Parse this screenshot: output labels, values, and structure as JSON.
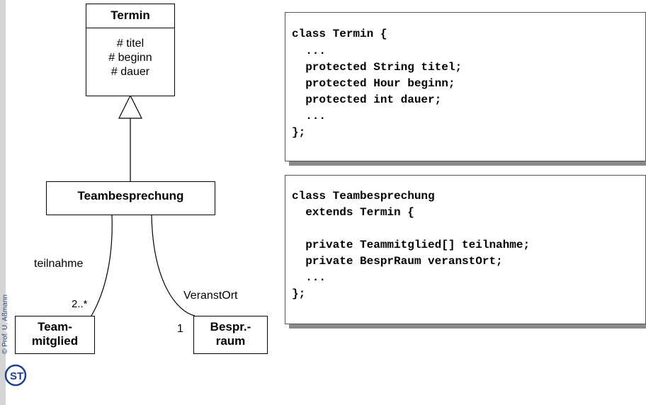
{
  "watermark": {
    "copyright": "© Prof. U. Aßmann",
    "logo_text": "ST"
  },
  "diagram": {
    "termin": {
      "name": "Termin",
      "attributes": [
        "# titel",
        "# beginn",
        "# dauer"
      ]
    },
    "teambesprechung": {
      "name": "Teambesprechung"
    },
    "teammitglied": {
      "name_line1": "Team-",
      "name_line2": "mitglied"
    },
    "besprraum": {
      "name_line1": "Bespr.-",
      "name_line2": "raum"
    },
    "assoc_teilnahme": {
      "role": "teilnahme",
      "multiplicity": "2..*"
    },
    "assoc_veranstort": {
      "role": "VeranstOrt",
      "multiplicity": "1"
    }
  },
  "code_termin": {
    "lines": [
      "class Termin {",
      "  ...",
      "  protected String titel;",
      "  protected Hour beginn;",
      "  protected int dauer;",
      "  ...",
      "};"
    ]
  },
  "code_teambesprechung": {
    "lines": [
      "class Teambesprechung",
      "  extends Termin {",
      "",
      "  private Teammitglied[] teilnahme;",
      "  private BesprRaum veranstOrt;",
      "  ...",
      "};"
    ]
  }
}
